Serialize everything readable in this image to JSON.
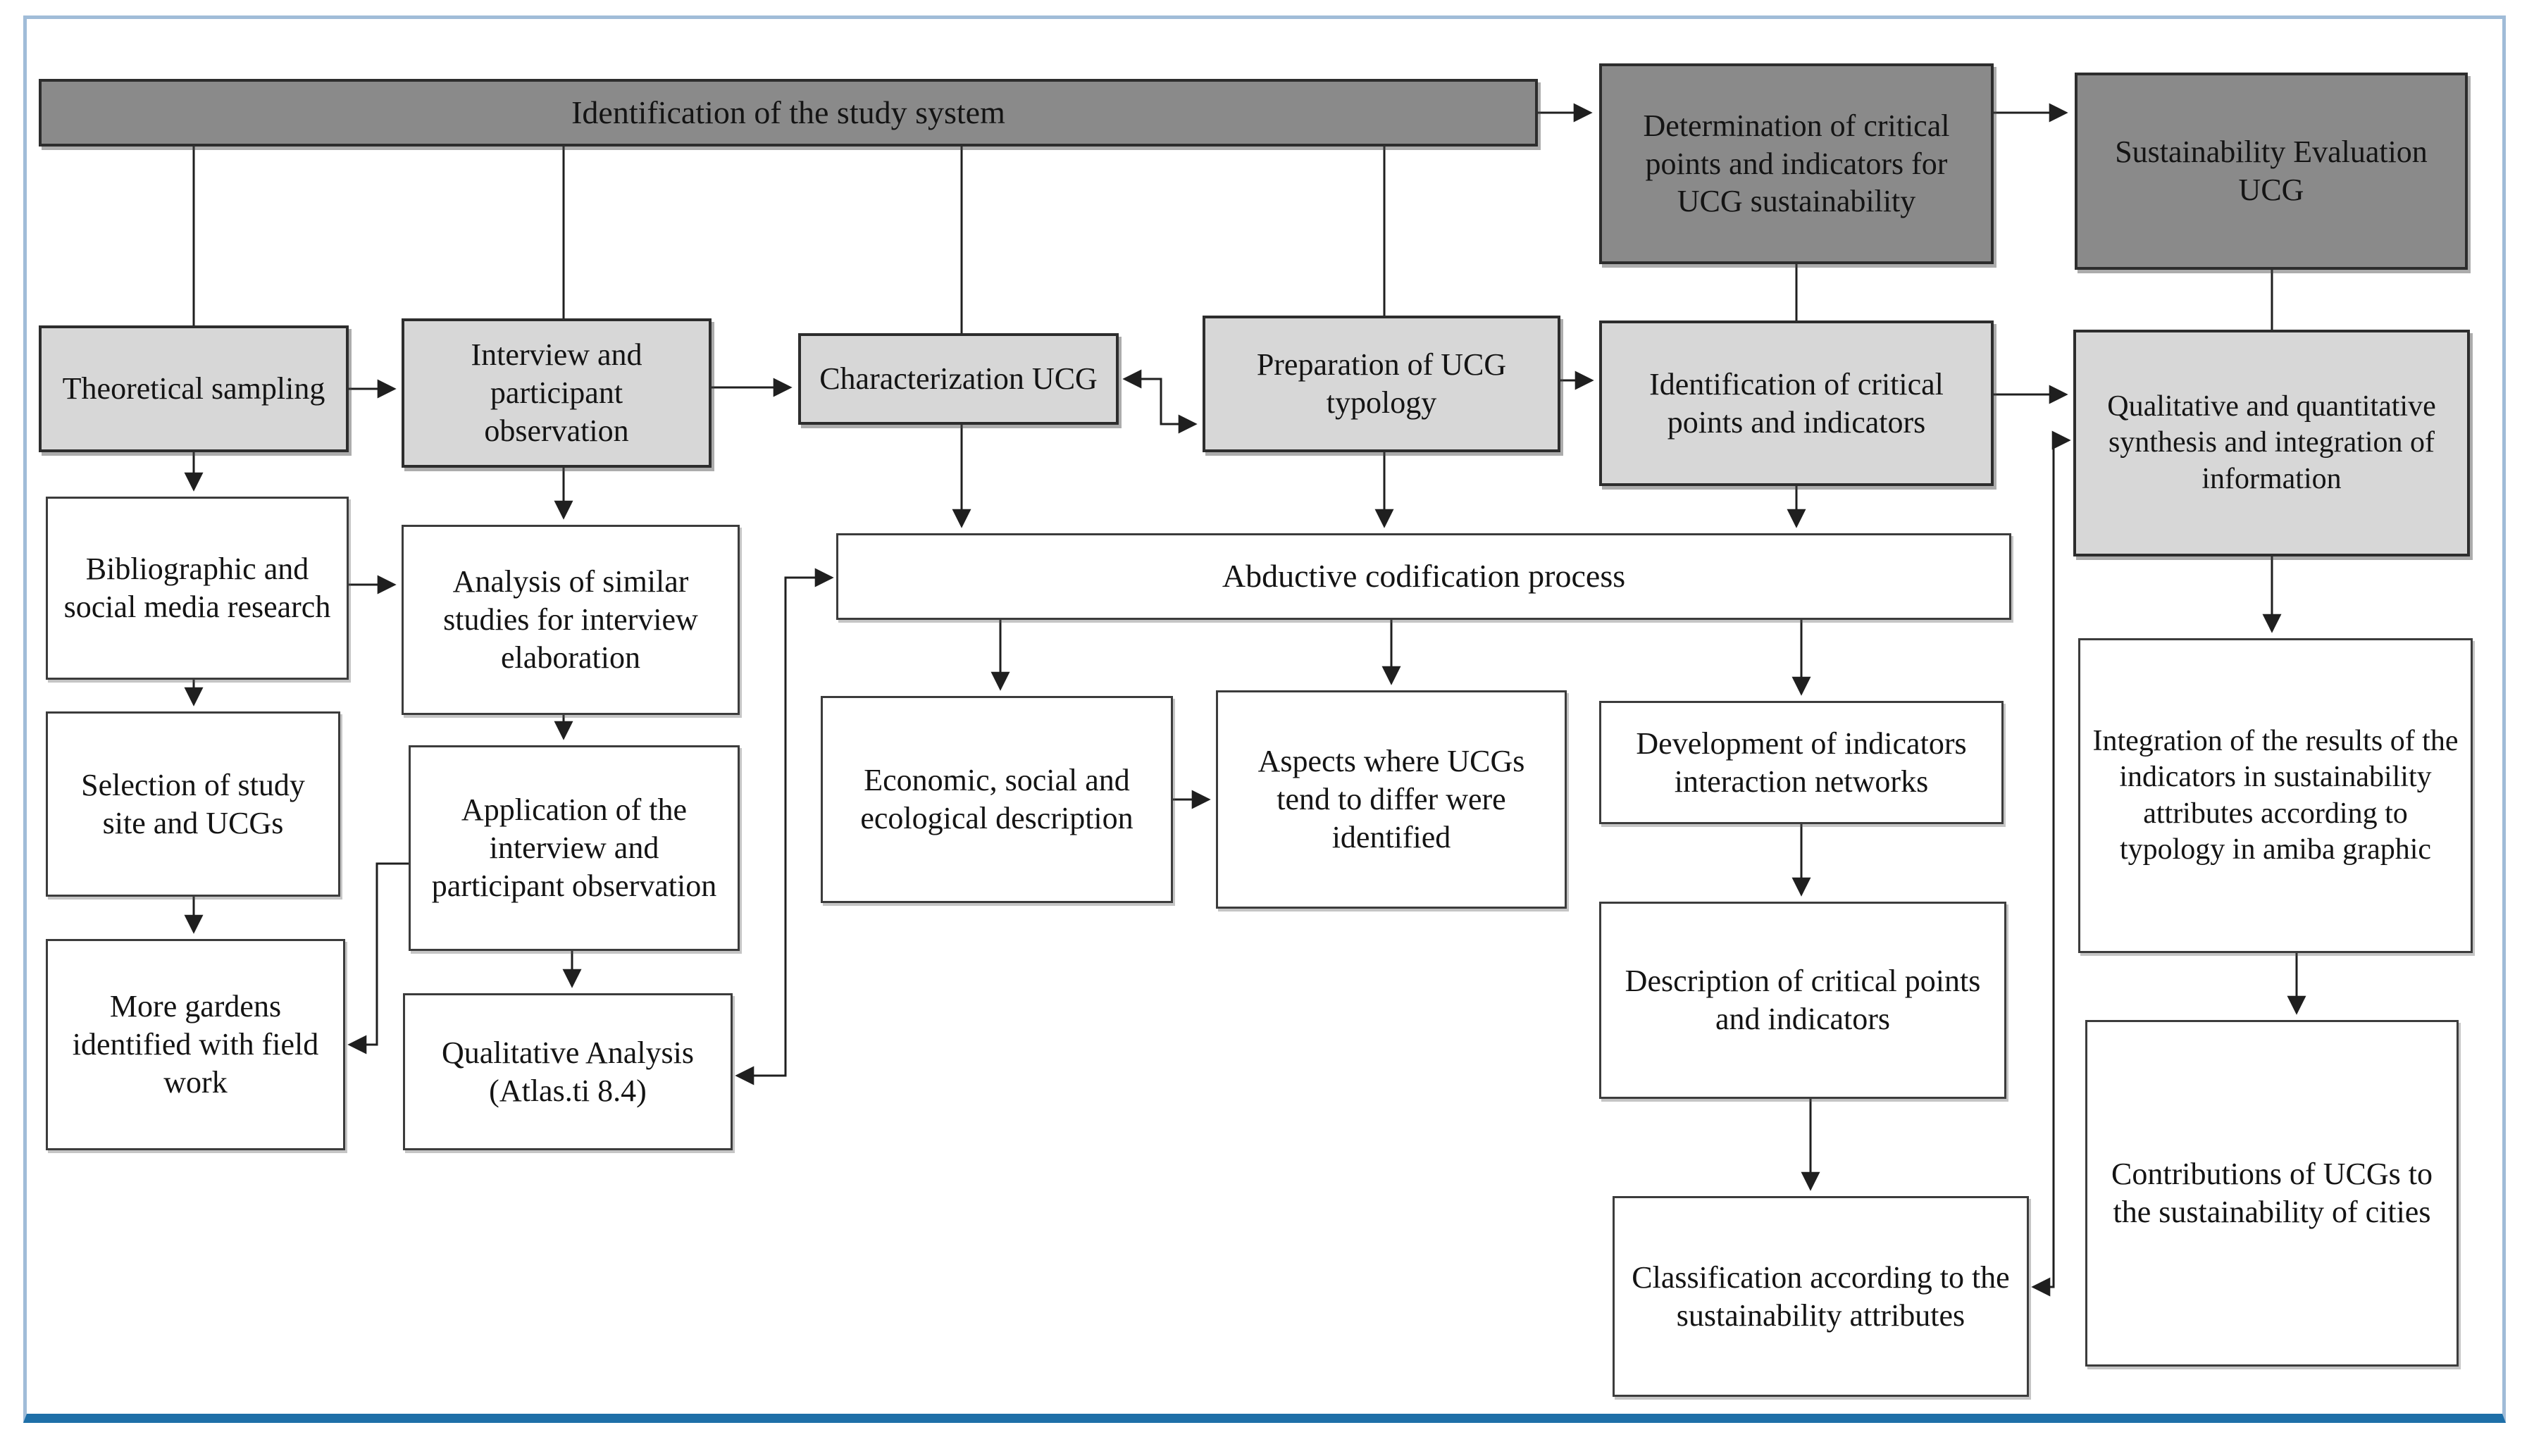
{
  "figure": {
    "kind": "methodology-flowchart",
    "colors": {
      "dark_box_fill": "#8a8a8a",
      "light_box_fill": "#d7d7d7",
      "white_box_fill": "#ffffff",
      "box_border": "#2d2d2d",
      "connector": "#1f1f1f",
      "frame_border": "#a0bcd8",
      "frame_bottom_rule": "#1e6fa8",
      "text": "#141414"
    },
    "nodes": [
      {
        "id": "study-system",
        "kind": "dark",
        "label": "Identification of the study system"
      },
      {
        "id": "determination-critical",
        "kind": "dark",
        "label": "Determination of critical points and indicators for UCG sustainability"
      },
      {
        "id": "sustainability-evaluation",
        "kind": "dark",
        "label": "Sustainability Evaluation UCG"
      },
      {
        "id": "theoretical-sampling",
        "kind": "light",
        "label": "Theoretical sampling"
      },
      {
        "id": "interview-observation",
        "kind": "light",
        "label": "Interview and participant observation"
      },
      {
        "id": "characterization-ucg",
        "kind": "light",
        "label": "Characterization UCG"
      },
      {
        "id": "preparation-typology",
        "kind": "light",
        "label": "Preparation of UCG typology"
      },
      {
        "id": "identification-critical",
        "kind": "light",
        "label": "Identification of critical points and indicators"
      },
      {
        "id": "qualitative-synthesis",
        "kind": "light",
        "label": "Qualitative and quantitative synthesis and integration of information"
      },
      {
        "id": "bibliographic-research",
        "kind": "white",
        "label": "Bibliographic and social media research"
      },
      {
        "id": "selection-study-site",
        "kind": "white",
        "label": "Selection of study site and UCGs"
      },
      {
        "id": "more-gardens",
        "kind": "white",
        "label": "More gardens identified with field work"
      },
      {
        "id": "analysis-similar-studies",
        "kind": "white",
        "label": "Analysis of similar studies for interview elaboration"
      },
      {
        "id": "application-interview",
        "kind": "white",
        "label": "Application of the interview and participant observation"
      },
      {
        "id": "qualitative-analysis",
        "kind": "white",
        "label": "Qualitative Analysis (Atlas.ti 8.4)"
      },
      {
        "id": "abductive-process",
        "kind": "white",
        "label": "Abductive codification process"
      },
      {
        "id": "economic-description",
        "kind": "white",
        "label": "Economic, social and ecological description"
      },
      {
        "id": "aspects-differ",
        "kind": "white",
        "label": "Aspects where UCGs tend to differ were identified"
      },
      {
        "id": "development-networks",
        "kind": "white",
        "label": "Development of indicators interaction networks"
      },
      {
        "id": "description-critical",
        "kind": "white",
        "label": "Description of critical points and indicators"
      },
      {
        "id": "classification-attributes",
        "kind": "white",
        "label": "Classification according to the sustainability attributes"
      },
      {
        "id": "integration-results",
        "kind": "white",
        "label": "Integration of the results of the indicators in sustainability attributes according to typology in amiba graphic"
      },
      {
        "id": "contributions-cities",
        "kind": "white",
        "label": "Contributions of UCGs to the sustainability of cities"
      }
    ],
    "edges": [
      {
        "from": "study-system",
        "to": "theoretical-sampling",
        "type": "line"
      },
      {
        "from": "study-system",
        "to": "interview-observation",
        "type": "line"
      },
      {
        "from": "study-system",
        "to": "characterization-ucg",
        "type": "line"
      },
      {
        "from": "study-system",
        "to": "preparation-typology",
        "type": "line"
      },
      {
        "from": "study-system",
        "to": "determination-critical",
        "type": "arrow"
      },
      {
        "from": "determination-critical",
        "to": "sustainability-evaluation",
        "type": "arrow"
      },
      {
        "from": "determination-critical",
        "to": "identification-critical",
        "type": "line"
      },
      {
        "from": "sustainability-evaluation",
        "to": "qualitative-synthesis",
        "type": "line"
      },
      {
        "from": "theoretical-sampling",
        "to": "interview-observation",
        "type": "arrow"
      },
      {
        "from": "interview-observation",
        "to": "characterization-ucg",
        "type": "arrow"
      },
      {
        "from": "characterization-ucg",
        "to": "preparation-typology",
        "type": "double-arrow"
      },
      {
        "from": "preparation-typology",
        "to": "identification-critical",
        "type": "arrow"
      },
      {
        "from": "identification-critical",
        "to": "qualitative-synthesis",
        "type": "arrow"
      },
      {
        "from": "theoretical-sampling",
        "to": "bibliographic-research",
        "type": "arrow"
      },
      {
        "from": "bibliographic-research",
        "to": "selection-study-site",
        "type": "arrow"
      },
      {
        "from": "selection-study-site",
        "to": "more-gardens",
        "type": "arrow"
      },
      {
        "from": "bibliographic-research",
        "to": "analysis-similar-studies",
        "type": "arrow"
      },
      {
        "from": "interview-observation",
        "to": "analysis-similar-studies",
        "type": "arrow"
      },
      {
        "from": "analysis-similar-studies",
        "to": "application-interview",
        "type": "arrow"
      },
      {
        "from": "application-interview",
        "to": "qualitative-analysis",
        "type": "arrow"
      },
      {
        "from": "application-interview",
        "to": "more-gardens",
        "type": "arrow"
      },
      {
        "from": "qualitative-analysis",
        "to": "abductive-process",
        "type": "double-arrow"
      },
      {
        "from": "characterization-ucg",
        "to": "abductive-process",
        "type": "arrow"
      },
      {
        "from": "preparation-typology",
        "to": "abductive-process",
        "type": "arrow"
      },
      {
        "from": "identification-critical",
        "to": "abductive-process",
        "type": "arrow"
      },
      {
        "from": "abductive-process",
        "to": "economic-description",
        "type": "arrow"
      },
      {
        "from": "abductive-process",
        "to": "aspects-differ",
        "type": "arrow"
      },
      {
        "from": "abductive-process",
        "to": "development-networks",
        "type": "arrow"
      },
      {
        "from": "economic-description",
        "to": "aspects-differ",
        "type": "arrow"
      },
      {
        "from": "development-networks",
        "to": "description-critical",
        "type": "arrow"
      },
      {
        "from": "description-critical",
        "to": "classification-attributes",
        "type": "arrow"
      },
      {
        "from": "classification-attributes",
        "to": "qualitative-synthesis",
        "type": "double-arrow"
      },
      {
        "from": "qualitative-synthesis",
        "to": "integration-results",
        "type": "arrow"
      },
      {
        "from": "integration-results",
        "to": "contributions-cities",
        "type": "arrow"
      }
    ]
  }
}
